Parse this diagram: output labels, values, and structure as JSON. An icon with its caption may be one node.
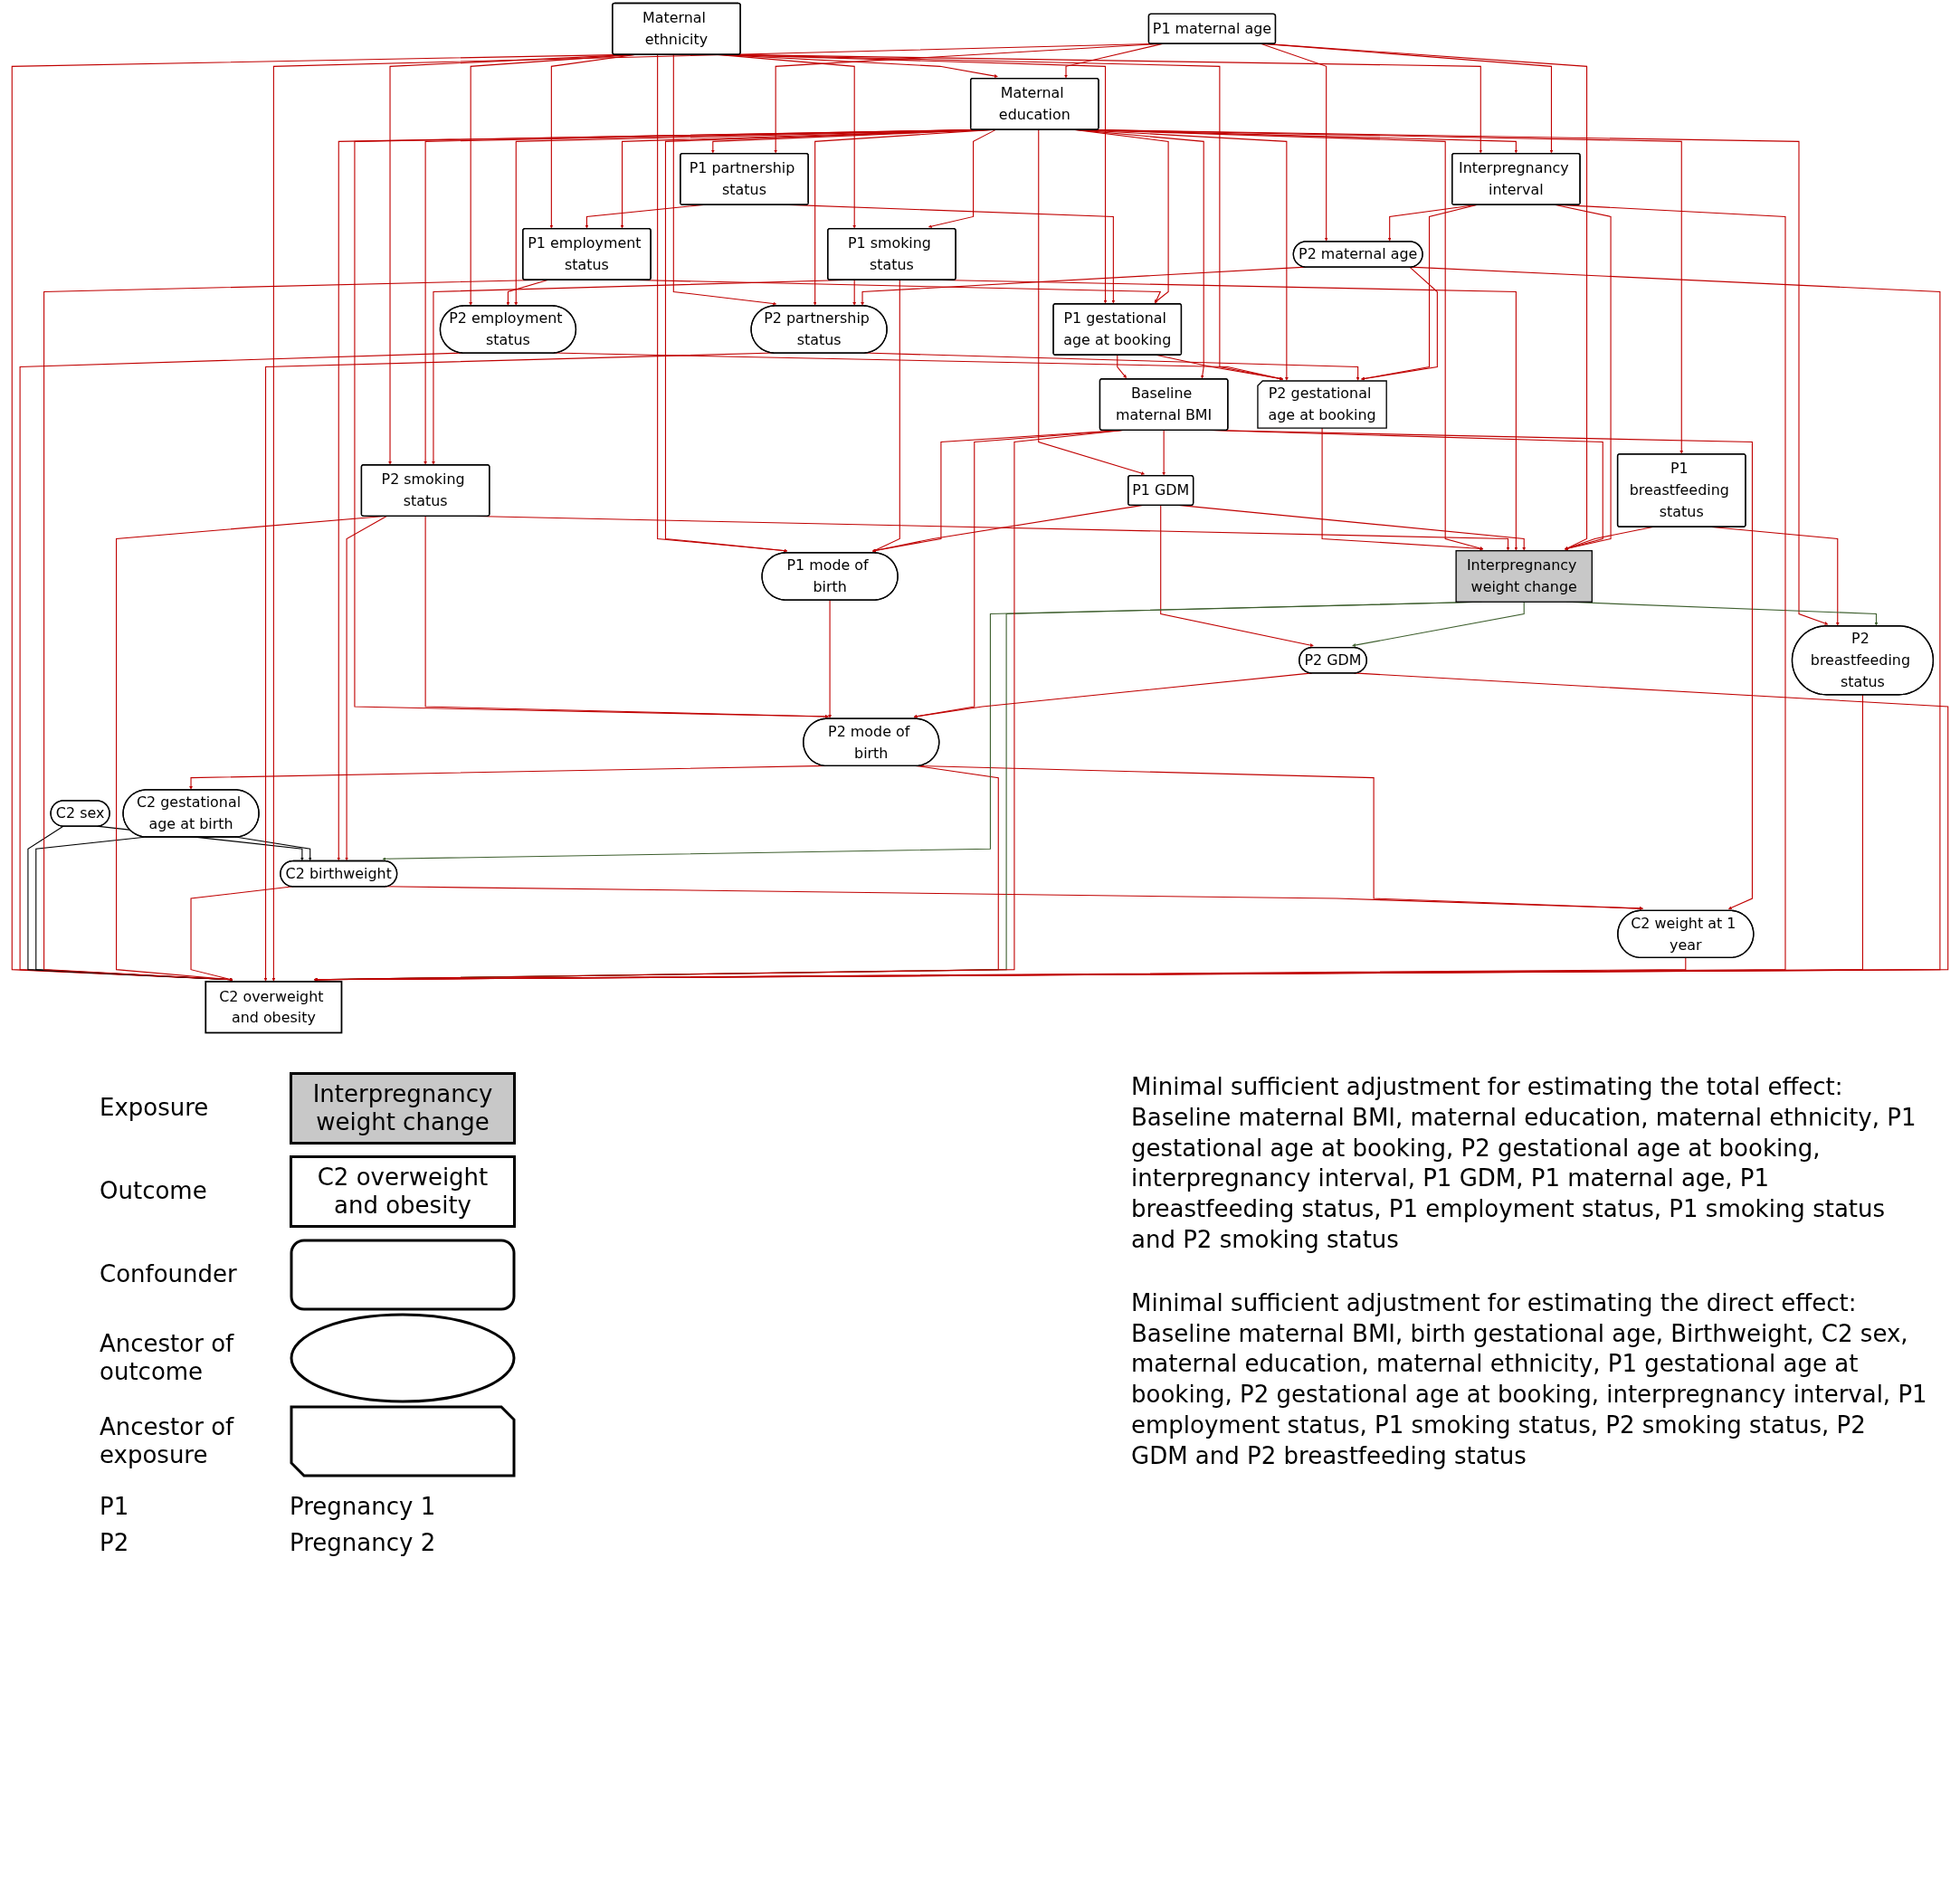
{
  "diagram": {
    "nodes": [
      {
        "text": [
          "P1 gestational age at booking"
        ]
      },
      {
        "text": [
          "P2 gestational age at booking"
        ]
      },
      {
        "text": [
          "Maternal ethnicity"
        ]
      },
      {
        "text": [
          "P2 employment status"
        ]
      },
      {
        "text": [
          "C2 sex"
        ]
      },
      {
        "text": [
          "P1 partnership status"
        ]
      },
      {
        "text": [
          "C2 gestational age at birth"
        ]
      },
      {
        "text": [
          "P1 employment status"
        ]
      },
      {
        "text": [
          "Maternal education"
        ]
      },
      {
        "text": [
          "P2 smoking status"
        ]
      },
      {
        "text": [
          "C2 birthweight"
        ]
      },
      {
        "text": [
          "P1 smoking status"
        ]
      },
      {
        "text": [
          "P2 partnership status"
        ]
      },
      {
        "text": [
          "P1 mode of birth"
        ]
      },
      {
        "text": [
          "P1 GDM"
        ]
      },
      {
        "text": [
          "P1 maternal age"
        ]
      },
      {
        "text": [
          "C2 overweight and obesity"
        ]
      },
      {
        "text": [
          "P1 breastfeeding status"
        ]
      },
      {
        "text": [
          "P2 mode of birth"
        ]
      },
      {
        "text": [
          "Interpregnancy weight change"
        ]
      },
      {
        "text": [
          "Baseline maternal BMI"
        ]
      },
      {
        "text": [
          "C2 weight at 1 year"
        ]
      },
      {
        "text": [
          "Interpregnancy interval"
        ]
      },
      {
        "text": [
          "P2 breastfeeding status"
        ]
      },
      {
        "text": [
          "P2 maternal age"
        ]
      },
      {
        "text": [
          "P2 GDM"
        ]
      }
    ],
    "edges": [
      {
        "from": 0,
        "to": 1,
        "arrow": "to"
      },
      {
        "from": 0,
        "to": 20,
        "arrow": "to"
      },
      {
        "from": 1,
        "to": 19,
        "arrow": "to"
      },
      {
        "from": 2,
        "to": 0,
        "arrow": "to"
      },
      {
        "from": 2,
        "to": 1,
        "arrow": "to"
      },
      {
        "from": 2,
        "to": 3,
        "arrow": "to"
      },
      {
        "from": 2,
        "to": 7,
        "arrow": "to"
      },
      {
        "from": 2,
        "to": 8,
        "arrow": "to"
      },
      {
        "from": 2,
        "to": 9,
        "arrow": "to"
      },
      {
        "from": 2,
        "to": 11,
        "arrow": "to"
      },
      {
        "from": 2,
        "to": 12,
        "arrow": "to"
      },
      {
        "from": 2,
        "to": 13,
        "arrow": "to"
      },
      {
        "from": 2,
        "to": 16,
        "arrow": "to"
      },
      {
        "from": 2,
        "to": 22,
        "arrow": "to"
      },
      {
        "from": 3,
        "to": 1,
        "arrow": "to"
      },
      {
        "from": 3,
        "to": 16,
        "arrow": "to"
      },
      {
        "from": 4,
        "to": 10,
        "arrow": "to",
        "color": "#000000"
      },
      {
        "from": 4,
        "to": 16,
        "arrow": "to",
        "color": "#000000"
      },
      {
        "from": 5,
        "to": 0,
        "arrow": "to"
      },
      {
        "from": 5,
        "to": 7,
        "arrow": "to"
      },
      {
        "from": 6,
        "to": 10,
        "arrow": "to",
        "color": "#000000"
      },
      {
        "from": 6,
        "to": 16,
        "arrow": "to",
        "color": "#000000"
      },
      {
        "from": 7,
        "to": 0,
        "arrow": "to"
      },
      {
        "from": 7,
        "to": 3,
        "arrow": "to"
      },
      {
        "from": 7,
        "to": 16,
        "arrow": "to"
      },
      {
        "from": 8,
        "to": 0,
        "arrow": "to"
      },
      {
        "from": 8,
        "to": 1,
        "arrow": "to"
      },
      {
        "from": 8,
        "to": 3,
        "arrow": "to"
      },
      {
        "from": 8,
        "to": 5,
        "arrow": "to"
      },
      {
        "from": 8,
        "to": 7,
        "arrow": "to"
      },
      {
        "from": 8,
        "to": 9,
        "arrow": "to"
      },
      {
        "from": 8,
        "to": 10,
        "arrow": "to"
      },
      {
        "from": 8,
        "to": 11,
        "arrow": "to"
      },
      {
        "from": 8,
        "to": 12,
        "arrow": "to"
      },
      {
        "from": 8,
        "to": 13,
        "arrow": "to"
      },
      {
        "from": 8,
        "to": 14,
        "arrow": "to"
      },
      {
        "from": 8,
        "to": 17,
        "arrow": "to"
      },
      {
        "from": 8,
        "to": 18,
        "arrow": "to"
      },
      {
        "from": 8,
        "to": 19,
        "arrow": "to"
      },
      {
        "from": 8,
        "to": 20,
        "arrow": "to"
      },
      {
        "from": 8,
        "to": 22,
        "arrow": "to"
      },
      {
        "from": 8,
        "to": 23,
        "arrow": "to"
      },
      {
        "from": 9,
        "to": 10,
        "arrow": "to"
      },
      {
        "from": 9,
        "to": 16,
        "arrow": "to"
      },
      {
        "from": 9,
        "to": 18,
        "arrow": "to"
      },
      {
        "from": 9,
        "to": 19,
        "arrow": "to"
      },
      {
        "from": 10,
        "to": 16,
        "arrow": "to"
      },
      {
        "from": 10,
        "to": 21,
        "arrow": "to"
      },
      {
        "from": 11,
        "to": 9,
        "arrow": "to"
      },
      {
        "from": 11,
        "to": 12,
        "arrow": "to"
      },
      {
        "from": 11,
        "to": 13,
        "arrow": "to"
      },
      {
        "from": 11,
        "to": 19,
        "arrow": "to"
      },
      {
        "from": 12,
        "to": 1,
        "arrow": "to"
      },
      {
        "from": 12,
        "to": 16,
        "arrow": "to"
      },
      {
        "from": 13,
        "to": 18,
        "arrow": "to"
      },
      {
        "from": 14,
        "to": 13,
        "arrow": "to"
      },
      {
        "from": 14,
        "to": 19,
        "arrow": "to"
      },
      {
        "from": 14,
        "to": 25,
        "arrow": "to"
      },
      {
        "from": 15,
        "to": 5,
        "arrow": "to"
      },
      {
        "from": 15,
        "to": 8,
        "arrow": "to"
      },
      {
        "from": 15,
        "to": 16,
        "arrow": "to"
      },
      {
        "from": 15,
        "to": 19,
        "arrow": "to"
      },
      {
        "from": 15,
        "to": 22,
        "arrow": "to"
      },
      {
        "from": 15,
        "to": 24,
        "arrow": "to"
      },
      {
        "from": 17,
        "to": 19,
        "arrow": "to"
      },
      {
        "from": 17,
        "to": 23,
        "arrow": "to"
      },
      {
        "from": 18,
        "to": 6,
        "arrow": "to"
      },
      {
        "from": 18,
        "to": 16,
        "arrow": "to"
      },
      {
        "from": 18,
        "to": 21,
        "arrow": "to"
      },
      {
        "from": 19,
        "to": 10,
        "arrow": "to",
        "color": "#3e5f2e"
      },
      {
        "from": 19,
        "to": 16,
        "arrow": "to",
        "color": "#3e5f2e"
      },
      {
        "from": 19,
        "to": 23,
        "arrow": "to",
        "color": "#3e5f2e"
      },
      {
        "from": 19,
        "to": 25,
        "arrow": "to",
        "color": "#3e5f2e"
      },
      {
        "from": 20,
        "to": 13,
        "arrow": "to"
      },
      {
        "from": 20,
        "to": 14,
        "arrow": "to"
      },
      {
        "from": 20,
        "to": 16,
        "arrow": "to"
      },
      {
        "from": 20,
        "to": 18,
        "arrow": "to"
      },
      {
        "from": 20,
        "to": 19,
        "arrow": "to"
      },
      {
        "from": 20,
        "to": 21,
        "arrow": "to"
      },
      {
        "from": 21,
        "to": 16,
        "arrow": "to"
      },
      {
        "from": 22,
        "to": 1,
        "arrow": "to"
      },
      {
        "from": 22,
        "to": 16,
        "arrow": "to"
      },
      {
        "from": 22,
        "to": 19,
        "arrow": "to"
      },
      {
        "from": 22,
        "to": 24,
        "arrow": "to"
      },
      {
        "from": 23,
        "to": 16,
        "arrow": "to"
      },
      {
        "from": 24,
        "to": 1,
        "arrow": "to"
      },
      {
        "from": 24,
        "to": 12,
        "arrow": "to"
      },
      {
        "from": 24,
        "to": 16,
        "arrow": "to"
      },
      {
        "from": 25,
        "to": 16,
        "arrow": "to"
      },
      {
        "from": 25,
        "to": 18,
        "arrow": "to"
      }
    ],
    "labels": [
      "Interpregnancy weight change",
      "C2 overweight and obesity",
      "P1",
      "Pregnancy 1",
      "P2",
      "Pregnancy 2",
      "Minimal sufficient adjustment for estimating the total effect:",
      "Baseline maternal BMI, maternal education, maternal ethnicity, P1 gestational age at booking, P2 gestational age at booking, interpregnancy interval, P1 GDM, P1 maternal age, P1 breastfeeding status, P1 employment status, P1 smoking status and P2 smoking status",
      "Minimal sufficient adjustment for estimating the direct effect:",
      "Baseline maternal BMI, birth gestational age, Birthweight, C2 sex, maternal education, maternal ethnicity, P1 gestational age at booking, P2 gestational age at booking, interpregnancy interval, P1 employment status, P1 smoking status, P2 smoking status, P2 GDM and P2 breastfeeding status"
    ],
    "legend": [
      {
        "text": "Exposure"
      },
      {
        "text": "Outcome"
      },
      {
        "text": "Confounder"
      },
      {
        "text": "Ancestor of outcome"
      },
      {
        "text": "Ancestor of exposure"
      }
    ]
  }
}
